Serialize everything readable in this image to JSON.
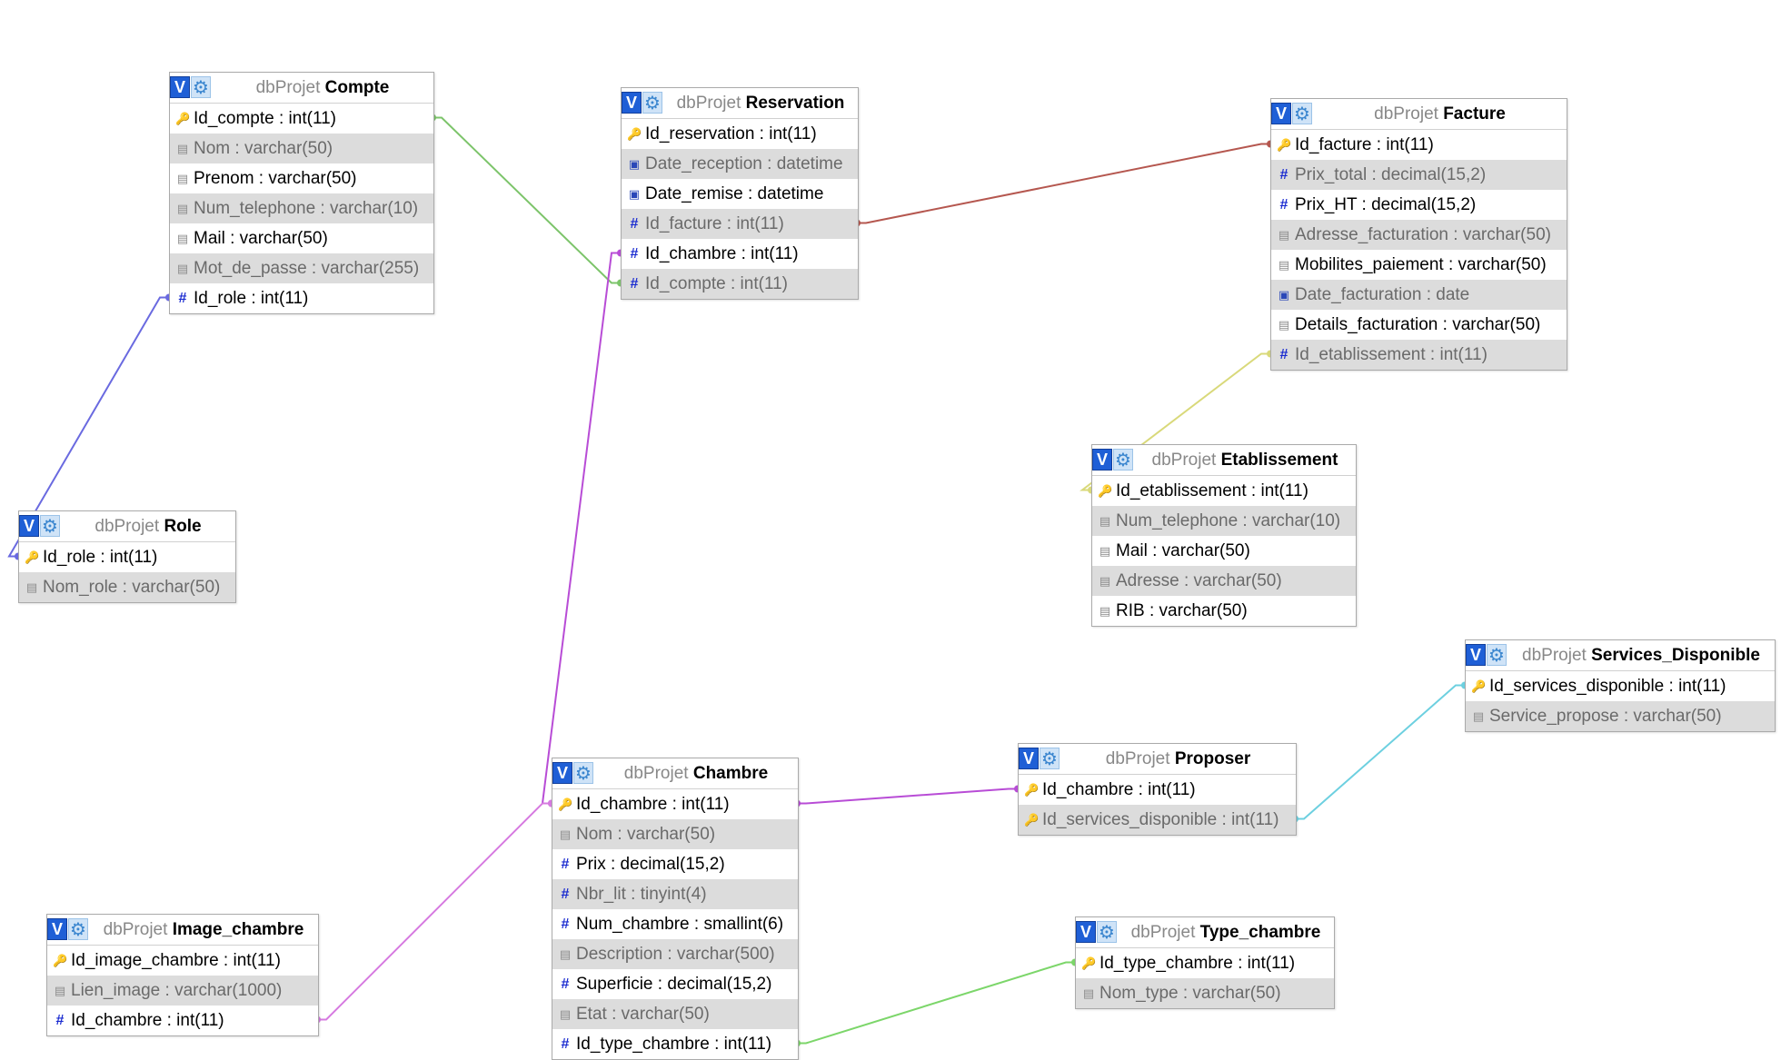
{
  "diagram": {
    "db_prefix": "dbProjet",
    "tables": [
      {
        "name": "Compte",
        "fields": [
          {
            "text": "Id_compte : int(11)",
            "icon": "key-icon"
          },
          {
            "text": "Nom : varchar(50)",
            "icon": "text-icon"
          },
          {
            "text": "Prenom : varchar(50)",
            "icon": "text-icon"
          },
          {
            "text": "Num_telephone : varchar(10)",
            "icon": "text-icon"
          },
          {
            "text": "Mail : varchar(50)",
            "icon": "text-icon"
          },
          {
            "text": "Mot_de_passe : varchar(255)",
            "icon": "text-icon"
          },
          {
            "text": "Id_role : int(11)",
            "icon": "number-icon"
          }
        ]
      },
      {
        "name": "Reservation",
        "fields": [
          {
            "text": "Id_reservation : int(11)",
            "icon": "key-icon"
          },
          {
            "text": "Date_reception : datetime",
            "icon": "date-icon"
          },
          {
            "text": "Date_remise : datetime",
            "icon": "date-icon"
          },
          {
            "text": "Id_facture : int(11)",
            "icon": "number-icon"
          },
          {
            "text": "Id_chambre : int(11)",
            "icon": "number-icon"
          },
          {
            "text": "Id_compte : int(11)",
            "icon": "number-icon"
          }
        ]
      },
      {
        "name": "Facture",
        "fields": [
          {
            "text": "Id_facture : int(11)",
            "icon": "key-icon"
          },
          {
            "text": "Prix_total : decimal(15,2)",
            "icon": "number-icon"
          },
          {
            "text": "Prix_HT : decimal(15,2)",
            "icon": "number-icon"
          },
          {
            "text": "Adresse_facturation : varchar(50)",
            "icon": "text-icon"
          },
          {
            "text": "Mobilites_paiement : varchar(50)",
            "icon": "text-icon"
          },
          {
            "text": "Date_facturation : date",
            "icon": "date-icon"
          },
          {
            "text": "Details_facturation : varchar(50)",
            "icon": "text-icon"
          },
          {
            "text": "Id_etablissement : int(11)",
            "icon": "number-icon"
          }
        ]
      },
      {
        "name": "Role",
        "fields": [
          {
            "text": "Id_role : int(11)",
            "icon": "key-icon"
          },
          {
            "text": "Nom_role : varchar(50)",
            "icon": "text-icon"
          }
        ]
      },
      {
        "name": "Etablissement",
        "fields": [
          {
            "text": "Id_etablissement : int(11)",
            "icon": "key-icon"
          },
          {
            "text": "Num_telephone : varchar(10)",
            "icon": "text-icon"
          },
          {
            "text": "Mail : varchar(50)",
            "icon": "text-icon"
          },
          {
            "text": "Adresse : varchar(50)",
            "icon": "text-icon"
          },
          {
            "text": "RIB : varchar(50)",
            "icon": "text-icon"
          }
        ]
      },
      {
        "name": "Services_Disponible",
        "fields": [
          {
            "text": "Id_services_disponible : int(11)",
            "icon": "key-icon"
          },
          {
            "text": "Service_propose : varchar(50)",
            "icon": "text-icon"
          }
        ]
      },
      {
        "name": "Chambre",
        "fields": [
          {
            "text": "Id_chambre : int(11)",
            "icon": "key-icon"
          },
          {
            "text": "Nom : varchar(50)",
            "icon": "text-icon"
          },
          {
            "text": "Prix : decimal(15,2)",
            "icon": "number-icon"
          },
          {
            "text": "Nbr_lit : tinyint(4)",
            "icon": "number-icon"
          },
          {
            "text": "Num_chambre : smallint(6)",
            "icon": "number-icon"
          },
          {
            "text": "Description : varchar(500)",
            "icon": "text-icon"
          },
          {
            "text": "Superficie : decimal(15,2)",
            "icon": "number-icon"
          },
          {
            "text": "Etat : varchar(50)",
            "icon": "text-icon"
          },
          {
            "text": "Id_type_chambre : int(11)",
            "icon": "number-icon"
          }
        ]
      },
      {
        "name": "Proposer",
        "fields": [
          {
            "text": "Id_chambre : int(11)",
            "icon": "key-icon"
          },
          {
            "text": "Id_services_disponible : int(11)",
            "icon": "key-icon"
          }
        ]
      },
      {
        "name": "Image_chambre",
        "fields": [
          {
            "text": "Id_image_chambre : int(11)",
            "icon": "key-icon"
          },
          {
            "text": "Lien_image : varchar(1000)",
            "icon": "text-icon"
          },
          {
            "text": "Id_chambre : int(11)",
            "icon": "number-icon"
          }
        ]
      },
      {
        "name": "Type_chambre",
        "fields": [
          {
            "text": "Id_type_chambre : int(11)",
            "icon": "key-icon"
          },
          {
            "text": "Nom_type : varchar(50)",
            "icon": "text-icon"
          }
        ]
      }
    ],
    "relations": [
      {
        "from": "Compte.Id_compte",
        "to": "Reservation.Id_compte",
        "color": "#7cc46a"
      },
      {
        "from": "Reservation.Id_facture",
        "to": "Facture.Id_facture",
        "color": "#b5574f"
      },
      {
        "from": "Reservation.Id_chambre",
        "to": "Chambre.Id_chambre",
        "color": "#b84cd6"
      },
      {
        "from": "Compte.Id_role",
        "to": "Role.Id_role",
        "color": "#6a6ae0"
      },
      {
        "from": "Facture.Id_etablissement",
        "to": "Etablissement.Id_etablissement",
        "color": "#d9d97a"
      },
      {
        "from": "Chambre.Id_chambre",
        "to": "Proposer.Id_chambre",
        "color": "#b84cd6"
      },
      {
        "from": "Proposer.Id_services_disponible",
        "to": "Services_Disponible.Id_services_disponible",
        "color": "#6dd0e0"
      },
      {
        "from": "Chambre.Id_chambre",
        "to": "Image_chambre.Id_chambre",
        "color": "#d67ae0"
      },
      {
        "from": "Chambre.Id_type_chambre",
        "to": "Type_chambre.Id_type_chambre",
        "color": "#7cd66a"
      }
    ]
  }
}
